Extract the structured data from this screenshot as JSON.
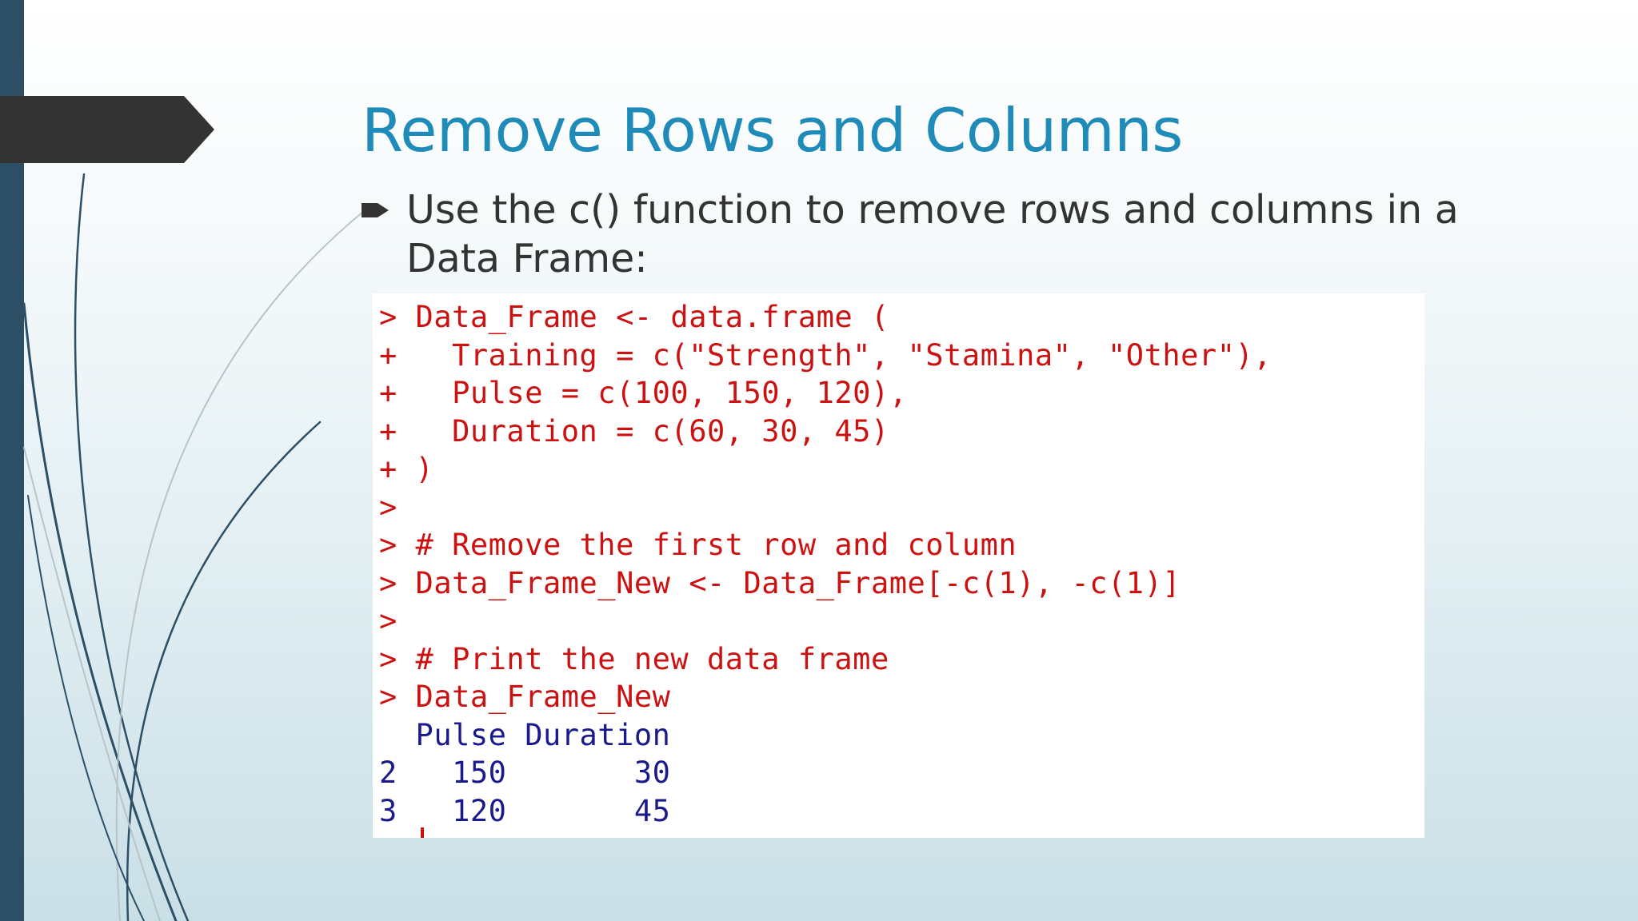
{
  "slide": {
    "title": "Remove Rows and Columns",
    "bullet_text": "Use the c() function to remove rows and columns in a\nData Frame:",
    "bullet_icon": "arrow-bullet-icon"
  },
  "code": {
    "lines": [
      {
        "text": "> Data_Frame <- data.frame (",
        "kind": "input"
      },
      {
        "text": "+   Training = c(\"Strength\", \"Stamina\", \"Other\"),",
        "kind": "input"
      },
      {
        "text": "+   Pulse = c(100, 150, 120),",
        "kind": "input"
      },
      {
        "text": "+   Duration = c(60, 30, 45)",
        "kind": "input"
      },
      {
        "text": "+ )",
        "kind": "input"
      },
      {
        "text": ">",
        "kind": "input"
      },
      {
        "text": "> # Remove the first row and column",
        "kind": "input"
      },
      {
        "text": "> Data_Frame_New <- Data_Frame[-c(1), -c(1)]",
        "kind": "input"
      },
      {
        "text": ">",
        "kind": "input"
      },
      {
        "text": "> # Print the new data frame",
        "kind": "input"
      },
      {
        "text": "> Data_Frame_New",
        "kind": "input"
      },
      {
        "text": "  Pulse Duration",
        "kind": "output"
      },
      {
        "text": "2   150       30",
        "kind": "output"
      },
      {
        "text": "3   120       45",
        "kind": "output"
      }
    ]
  },
  "colors": {
    "title": "#1f8bb8",
    "left_bar": "#2c4f66",
    "arrow_tab": "#333333",
    "code_input": "#cc1111",
    "code_output": "#1a1a8c"
  }
}
